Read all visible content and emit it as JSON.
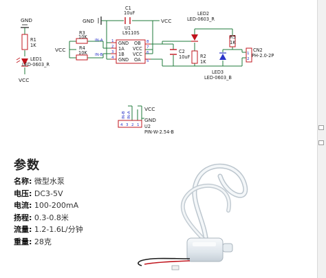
{
  "schematic": {
    "gnd_label": "GND",
    "vcc_label": "VCC",
    "r1": {
      "ref": "R1",
      "val": "1K"
    },
    "led1": {
      "ref": "LED1",
      "pkg": "LED-0603_R"
    },
    "r3": {
      "ref": "R3",
      "val": "10K"
    },
    "r4": {
      "ref": "R4",
      "val": "10K"
    },
    "in_a": "IN-A",
    "in_b": "IN-B",
    "c1": {
      "ref": "C1",
      "val": "10uF"
    },
    "u1": {
      "ref": "U1",
      "part": "L9110S"
    },
    "u1_pins_left": [
      "GND",
      "1A",
      "1B",
      "GND"
    ],
    "u1_pins_right": [
      "OB",
      "VCC",
      "VCC",
      "OA"
    ],
    "u1_pin_nums_left": [
      "1",
      "2",
      "3",
      "4"
    ],
    "u1_pin_nums_right": [
      "8",
      "7",
      "6",
      "5"
    ],
    "c2": {
      "ref": "C2",
      "val": "10uF"
    },
    "led2": {
      "ref": "LED2",
      "pkg": "LED-0603_R"
    },
    "r2": {
      "ref": "R2",
      "val": "1K"
    },
    "r5": {
      "ref": "R5",
      "val": "1K"
    },
    "led3": {
      "ref": "LED3",
      "pkg": "LED-0603_B"
    },
    "cn2": {
      "ref": "CN2",
      "part": "PH-2.0-2P",
      "pins": [
        "1",
        "2"
      ]
    },
    "u2": {
      "ref": "U2",
      "part": "PIN-W-2.54-B",
      "pins": [
        "4",
        "3",
        "2",
        "1"
      ],
      "pin_labels": [
        "IN-B",
        "IN-A"
      ]
    }
  },
  "params": {
    "title": "参数",
    "rows": [
      {
        "label": "名称:",
        "value": "微型水泵"
      },
      {
        "label": "电压:",
        "value": "DC3-5V"
      },
      {
        "label": "电流:",
        "value": "100-200mA"
      },
      {
        "label": "扬程:",
        "value": "0.3-0.8米"
      },
      {
        "label": "流量:",
        "value": "1.2-1.6L/分钟"
      },
      {
        "label": "重量:",
        "value": "28克"
      }
    ]
  },
  "colors": {
    "wire": "#1d7a3a",
    "component": "#c0141c",
    "text": "#1a1a1a",
    "pin_text": "#2b35c9"
  }
}
